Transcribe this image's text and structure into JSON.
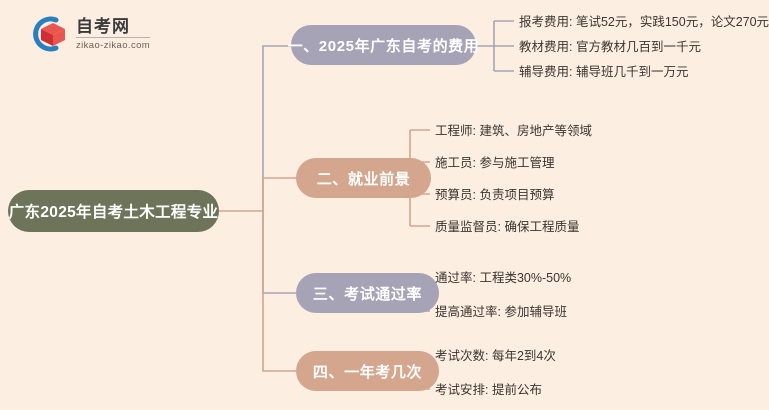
{
  "watermark": {
    "name": "zikao-logo",
    "cn": "自考网",
    "en": "zikao-zikao.com",
    "mark_colors": {
      "ring": "#2a7fc1",
      "cap": "#d23b3b",
      "cap_dark": "#e8564f"
    }
  },
  "theme": {
    "background": "#fceee1",
    "root_fill": "#6e7459",
    "purple_fill": "#a5a3b5",
    "salmon_fill": "#d3a68d",
    "leaf_text": "#3a3530",
    "node_text": "#ffffff"
  },
  "mindmap": {
    "type": "mind-map",
    "root": {
      "label": "广东2025年自考土木工程专业",
      "color": "#6e7459"
    },
    "branches": [
      {
        "id": "b1",
        "label": "一、2025年广东自考的费用",
        "color": "#a5a3b5",
        "children": [
          {
            "label": "报考费用: 笔试52元，实践150元，论文270元"
          },
          {
            "label": "教材费用: 官方教材几百到一千元"
          },
          {
            "label": "辅导费用: 辅导班几千到一万元"
          }
        ]
      },
      {
        "id": "b2",
        "label": "二、就业前景",
        "color": "#d3a68d",
        "children": [
          {
            "label": "工程师: 建筑、房地产等领域"
          },
          {
            "label": "施工员: 参与施工管理"
          },
          {
            "label": "预算员: 负责项目预算"
          },
          {
            "label": "质量监督员: 确保工程质量"
          }
        ]
      },
      {
        "id": "b3",
        "label": "三、考试通过率",
        "color": "#a5a3b5",
        "children": [
          {
            "label": "通过率: 工程类30%-50%"
          },
          {
            "label": "提高通过率: 参加辅导班"
          }
        ]
      },
      {
        "id": "b4",
        "label": "四、一年考几次",
        "color": "#d3a68d",
        "children": [
          {
            "label": "考试次数: 每年2到4次"
          },
          {
            "label": "考试安排: 提前公布"
          }
        ]
      }
    ]
  }
}
